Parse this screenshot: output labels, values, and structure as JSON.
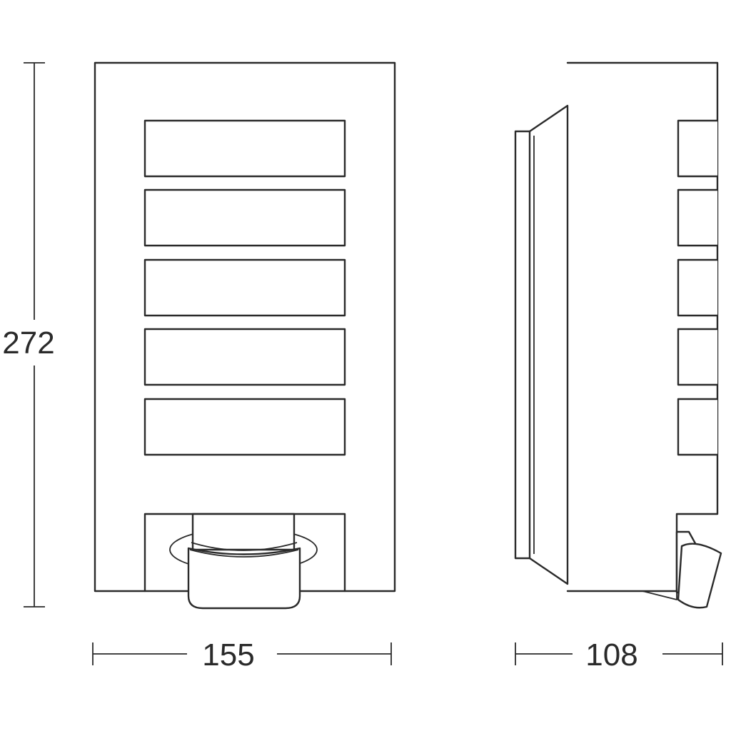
{
  "dimensions": {
    "height_label": "272",
    "front_width_label": "155",
    "side_depth_label": "108"
  },
  "colors": {
    "line": "#2a2a2a",
    "background": "#ffffff"
  },
  "front_view": {
    "slat_count": 5
  },
  "side_view": {
    "fin_count": 5
  }
}
